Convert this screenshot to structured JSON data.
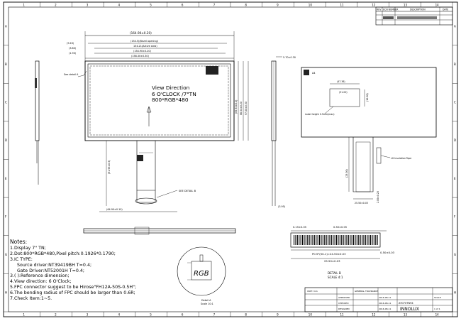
{
  "drawing": {
    "view_direction": [
      "View Direction",
      "6 O'CLOCK /7\"TN",
      "800*RGB*480"
    ],
    "labels": {
      "see_detail_a": "See detail A",
      "see_detail_b": "SEE DETAIL B",
      "detail_b": "DETAIL  B",
      "scale": "SCALE  4:1",
      "detail_a": "Detail A",
      "detail_a_scale": "Scale 10:1",
      "label_height": "Label height 0.5mm(max)",
      "lg_insulation_tape": "LG Insulation Tape",
      "rgb": "RGB"
    },
    "dimensions": {
      "d1": "(164.90±0.20)",
      "d2": "(154.5)(Bezel opening)",
      "d3": "154.21(Active area)",
      "d4": "(154.90±0.20)",
      "d5": "(158.30±0.30)",
      "d6": "(9.43)",
      "d7": "(3.80)",
      "d8": "(1.90)",
      "d9": "5.70±0.30",
      "d10": "(3.95)",
      "d11": "(47.36)",
      "d12": "(31.00)",
      "d13": "(10.00)",
      "d14": "0.15±0.05",
      "d15": "0.30±0.05",
      "d16": "P0.5*(50-1)=24.50±0.03",
      "d17": "25.50±0.03",
      "d18": "0.50±0.03",
      "d19": "(23.00)",
      "d20": "2.00±0.20",
      "d21": "A4"
    },
    "border_rows": [
      "A",
      "B",
      "C",
      "D",
      "E",
      "F",
      "G",
      "H"
    ],
    "border_cols": [
      "1",
      "2",
      "3",
      "4",
      "5",
      "6",
      "7",
      "8",
      "9",
      "10",
      "11",
      "12",
      "13",
      "14"
    ]
  },
  "revision_table": {
    "headers": [
      "REV",
      "ECN NUMBER",
      "DESCRIPTION",
      "DATE"
    ],
    "rows": [
      [
        "",
        "",
        "",
        ""
      ]
    ]
  },
  "title_block": {
    "approved": "APPROVED",
    "checked": "CHECKED",
    "designed": "DESIGNED",
    "unit": "UNIT: mm",
    "general_tolerance": "GENERAL TOLERANCE",
    "model": "AT070TN94",
    "brand": "INNOLUX",
    "scale_label": "SCALE",
    "sheet": "1 of 1",
    "date1": "2016-08-11",
    "date2": "2016-08-11",
    "date3": "2016-08-11"
  },
  "notes": {
    "title": "Notes:",
    "items": [
      "1.Display 7\" TN;",
      "2.Dot:800*RGB*480,Pixel pitch:0.1926*0.1790;",
      "3.IC TYPE:",
      "Source driver:NT39419BH T=0.4;",
      "Gate Driver:NT52001H T=0.4;",
      "3.( ):Reference dimension;",
      "4.View direction: 6 O'Clock;",
      "5.FPC connector suggest to be Hirose\"FH12A-50S-0.5H\";",
      "6.The bending radius of FPC should be larger than 0.6R;",
      "7.Check Item:1~5."
    ]
  }
}
